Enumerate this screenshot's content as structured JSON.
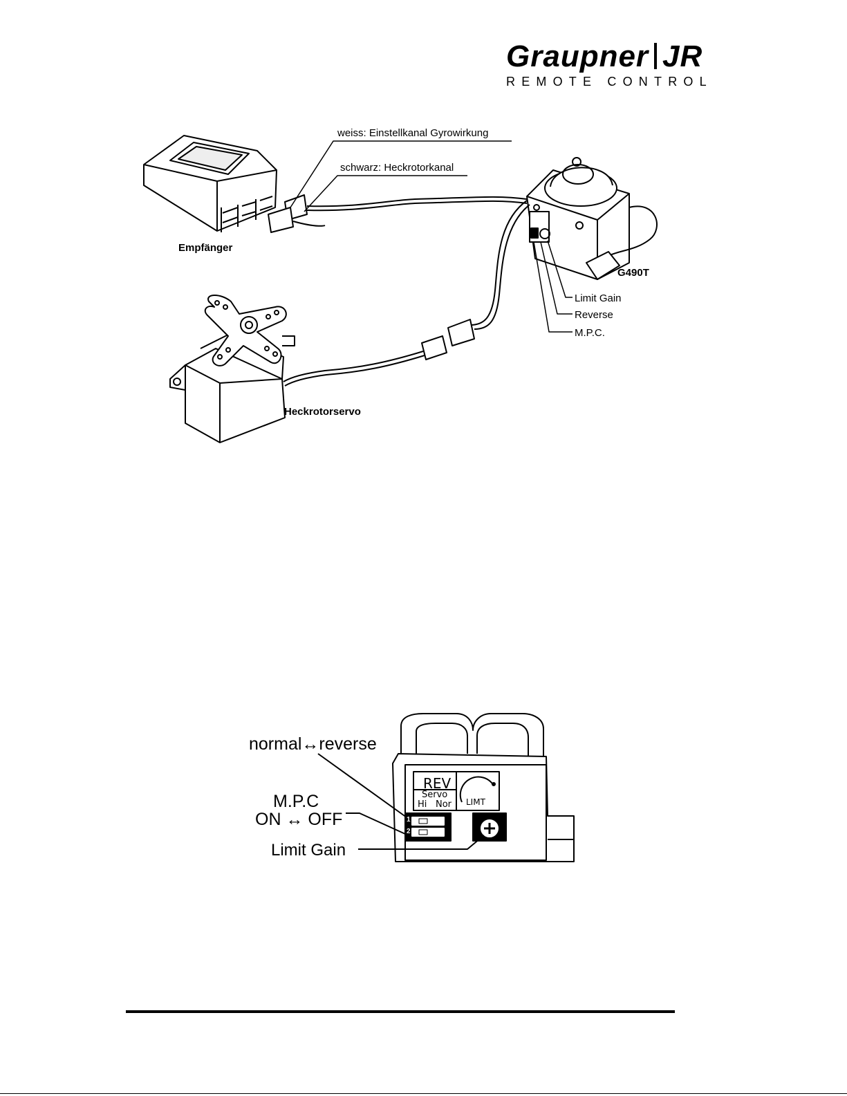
{
  "logo": {
    "wordmark": "Graupner",
    "brand_mark": "JR",
    "tagline": "REMOTE CONTROL"
  },
  "wiring_diagram": {
    "wire_white": "weiss: Einstellkanal Gyrowirkung",
    "wire_black": "schwarz: Heckrotorkanal",
    "receiver": "Empfänger",
    "gyro": "G490T",
    "limit_gain": "Limit Gain",
    "reverse": "Reverse",
    "mpc": "M.P.C.",
    "tail_servo": "Heckrotorservo"
  },
  "switch_detail": {
    "normal_reverse": "normal↔reverse",
    "mpc": "M.P.C",
    "on_off": "ON ↔ OFF",
    "limit_gain": "Limit Gain",
    "panel_rev": "REV",
    "panel_servo": "Servo",
    "panel_hi": "Hi",
    "panel_nor": "Nor",
    "panel_limt": "LIMT",
    "switch_1": "1",
    "switch_2": "2"
  }
}
